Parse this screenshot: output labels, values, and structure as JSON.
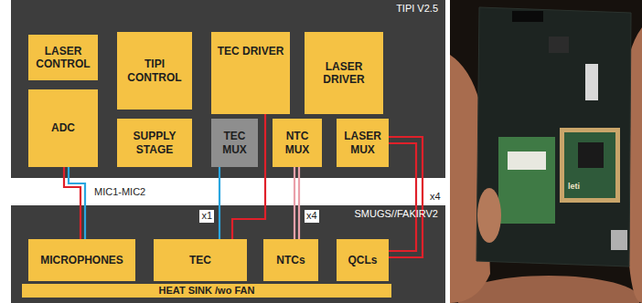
{
  "diagram": {
    "nodes": [
      {
        "text": [
          "TIPI V2.5"
        ]
      },
      {
        "text": [
          "LASER CONTROL"
        ],
        "in": 0
      },
      {
        "text": [
          "TIPI CONTROL"
        ],
        "in": 0
      },
      {
        "text": [
          "TEC DRIVER"
        ],
        "in": 0
      },
      {
        "text": [
          "LASER DRIVER"
        ],
        "in": 0
      },
      {
        "text": [
          "ADC"
        ],
        "in": 0
      },
      {
        "text": [
          "SUPPLY STAGE"
        ],
        "in": 0
      },
      {
        "text": [
          "TEC MUX"
        ],
        "in": 0
      },
      {
        "text": [
          "NTC MUX"
        ],
        "in": 0
      },
      {
        "text": [
          "LASER MUX"
        ],
        "in": 0
      },
      {
        "text": [
          "SMUGS//FAKIRV2"
        ]
      },
      {
        "text": [
          "MICROPHONES"
        ],
        "in": 10
      },
      {
        "text": [
          "TEC"
        ],
        "in": 10
      },
      {
        "text": [
          "NTCs"
        ],
        "in": 10
      },
      {
        "text": [
          "QCLs"
        ],
        "in": 10
      },
      {
        "text": [
          "HEAT SINK /wo FAN"
        ],
        "in": 10
      }
    ],
    "edges": [
      {
        "from": 5,
        "to": 11,
        "arrow": "none",
        "label": "MIC1-MIC2"
      },
      {
        "from": 7,
        "to": 12,
        "arrow": "none",
        "label": "x1"
      },
      {
        "from": 3,
        "to": 12,
        "arrow": "none"
      },
      {
        "from": 8,
        "to": 13,
        "arrow": "none",
        "label": "x4"
      },
      {
        "from": 9,
        "to": 14,
        "arrow": "none",
        "label": "x4"
      }
    ],
    "labels": [
      "leti"
    ]
  }
}
